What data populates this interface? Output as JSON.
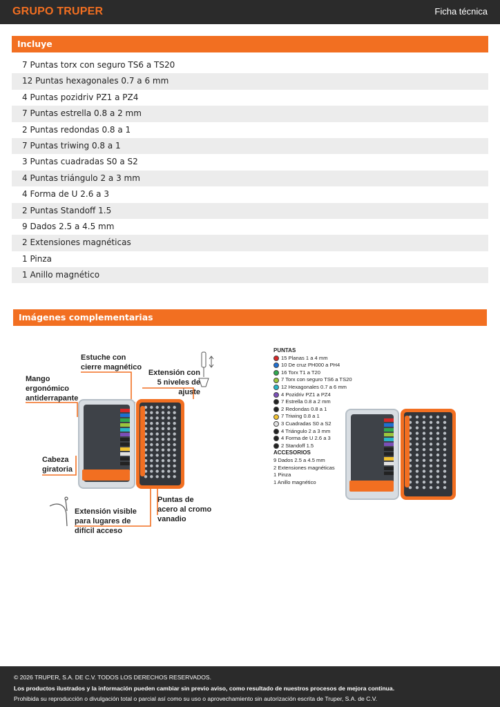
{
  "header": {
    "logo": "GRUPO TRUPER",
    "doc_type": "Ficha técnica"
  },
  "includes": {
    "title": "Incluye",
    "items": [
      "7 Puntas torx con seguro TS6 a TS20",
      "12 Puntas hexagonales 0.7 a 6 mm",
      "4 Puntas pozidriv PZ1 a PZ4",
      "7 Puntas estrella 0.8 a 2 mm",
      "2 Puntas redondas 0.8 a 1",
      "7 Puntas triwing 0.8 a 1",
      "3 Puntas cuadradas S0 a S2",
      "4 Puntas triángulo 2 a 3 mm",
      "4 Forma de U 2.6 a 3",
      "2 Puntas Standoff 1.5",
      "9 Dados 2.5 a 4.5 mm",
      "2 Extensiones magnéticas",
      "1 Pinza",
      "1 Anillo magnético"
    ]
  },
  "images": {
    "title": "Imágenes complementarias",
    "callouts": {
      "estuche": "Estuche con cierre magnético",
      "extension5": "Extensión con 5 niveles de ajuste",
      "mango": "Mango ergonómico antiderrapante",
      "cabeza": "Cabeza giratoria",
      "puntas_acero": "Puntas de acero al cromo vanadio",
      "extension_visible": "Extensión visible para lugares de difícil acceso"
    },
    "legend": {
      "puntas_title": "PUNTAS",
      "puntas": [
        {
          "label": "15 Planas 1 a 4 mm",
          "color": "#d62828"
        },
        {
          "label": "10 De cruz PH000 a PH4",
          "color": "#1f6fd1"
        },
        {
          "label": "16 Torx T1 a T20",
          "color": "#2fa84f"
        },
        {
          "label": "7 Torx con seguro TS6 a TS20",
          "color": "#9bc53d"
        },
        {
          "label": "12 Hexagonales 0.7 a 6 mm",
          "color": "#29b6c8"
        },
        {
          "label": "4 Pozidriv PZ1 a PZ4",
          "color": "#7b4fb8"
        },
        {
          "label": "7 Estrella 0.8 a 2 mm",
          "color": "#222222"
        },
        {
          "label": "2 Redondas 0.8 a 1",
          "color": "#222222"
        },
        {
          "label": "7 Triwing 0.8 a 1",
          "color": "#f2c230"
        },
        {
          "label": "3 Cuadradas S0 a S2",
          "color": "#e0e0e0"
        },
        {
          "label": "4 Triángulo 2 a 3 mm",
          "color": "#222222"
        },
        {
          "label": "4 Forma de U 2.6 a 3",
          "color": "#222222"
        },
        {
          "label": "2 Standoff 1.5",
          "color": "#222222"
        }
      ],
      "accesorios_title": "ACCESORIOS",
      "accesorios": [
        "9 Dados 2.5 a 4.5 mm",
        "2 Extensiones magnéticas",
        "1 Pinza",
        "1 Anillo magnético"
      ]
    }
  },
  "footer": {
    "copyright": "© 2026 TRUPER, S.A. DE C.V. TODOS LOS DERECHOS RESERVADOS.",
    "notice": "Los productos ilustrados y la información pueden cambiar sin previo aviso, como resultado de nuestros procesos de mejora continua.",
    "prohibition": "Prohibida su reproducción o divulgación total o parcial así como su uso o aprovechamiento sin autorización escrita de Truper, S.A. de C.V."
  },
  "colors": {
    "accent": "#f26f21",
    "dark": "#2b2b2b",
    "stripe": "#ececec"
  }
}
